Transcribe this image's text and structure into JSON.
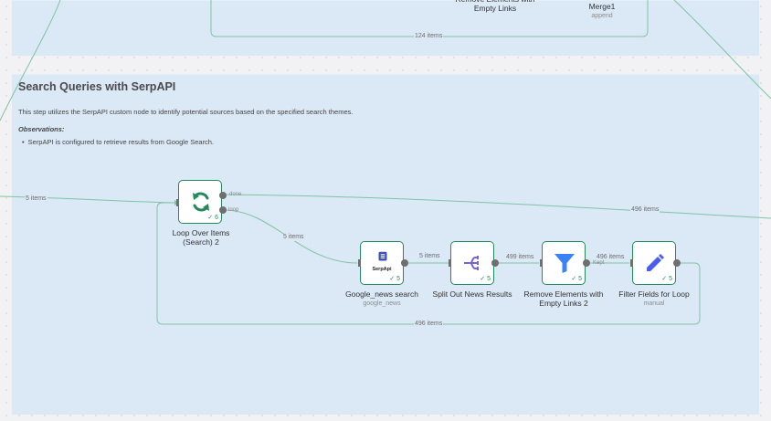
{
  "stickies": {
    "top": {},
    "main": {
      "title": "Search Queries with SerpAPI",
      "description": "This step utilizes the SerpAPI custom node to identify potential sources based on the specified search themes.",
      "observations_label": "Observations:",
      "bullets": [
        "SerpAPI is configured to retrieve results from Google Search."
      ]
    }
  },
  "top_nodes": {
    "remove_elements_title": "Remove Elements with Empty Links",
    "merge_title": "Merge1",
    "merge_subtitle": "append",
    "items_count_label": "124 items"
  },
  "nodes": {
    "loop": {
      "title": "Loop Over Items (Search) 2",
      "count": "6",
      "port_done": "done",
      "port_loop": "loop",
      "icon": "refresh-icon"
    },
    "google_news": {
      "title": "Google_news search",
      "subtitle": "google_news",
      "count": "5",
      "icon": "serpapi-logo-icon",
      "logo_text": "SerpApi"
    },
    "split_out": {
      "title": "Split Out News Results",
      "count": "5",
      "icon": "split-out-icon"
    },
    "remove_empty": {
      "title": "Remove Elements with Empty Links 2",
      "count": "5",
      "port_kept": "Kept",
      "icon": "filter-icon"
    },
    "filter_fields": {
      "title": "Filter Fields for Loop",
      "subtitle": "manual",
      "count": "5",
      "icon": "pencil-icon"
    }
  },
  "connections": {
    "incoming": "5 items",
    "done_out": "496 items",
    "loop_to_google": "5 items",
    "google_to_split": "5 items",
    "split_to_remove": "499 items",
    "remove_to_filter": "496 items",
    "feedback": "496 items"
  },
  "colors": {
    "canvas": "#f2f2f5",
    "sticky": "#dbe8f6",
    "node_border": "#24895b",
    "wire": "#7fc4a3",
    "loop_icon": "#24895b",
    "filter_icon": "#3b82f6",
    "pencil_icon": "#4a5df0",
    "split_icon": "#7a63d2"
  }
}
